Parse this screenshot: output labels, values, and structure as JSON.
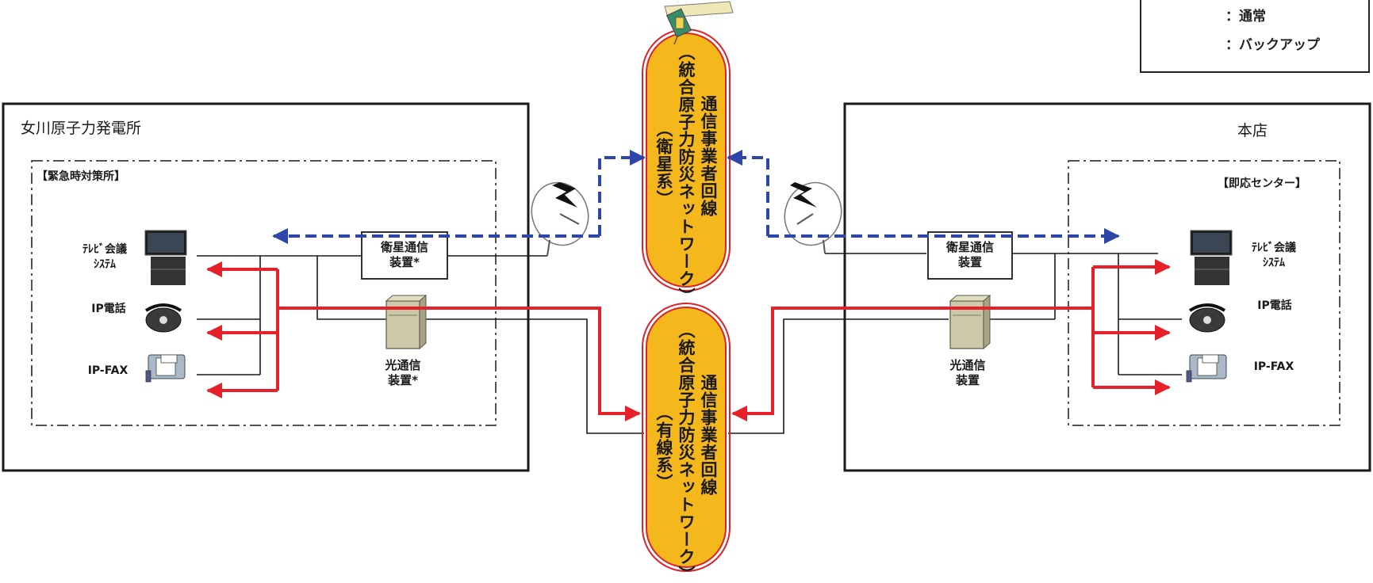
{
  "legend": {
    "normal_label": "：通常",
    "backup_label": "：バックアップ",
    "normal_color": "#e8202a",
    "backup_color": "#2d46a8"
  },
  "left_site": {
    "title": "女川原子力発電所",
    "subtitle": "【緊急時対策所】",
    "devices": {
      "tv_line1": "ﾃﾚﾋﾞ会議",
      "tv_line2": "ｼｽﾃﾑ",
      "ip_phone": "IP電話",
      "ip_fax": "IP-FAX"
    },
    "satellite_device": {
      "line1": "衛星通信",
      "line2": "装置*"
    },
    "optical_device": {
      "line1": "光通信",
      "line2": "装置*"
    }
  },
  "right_site": {
    "title": "本店",
    "subtitle": "【即応センター】",
    "devices": {
      "tv_line1": "ﾃﾚﾋﾞ会議",
      "tv_line2": "ｼｽﾃﾑ",
      "ip_phone": "IP電話",
      "ip_fax": "IP-FAX"
    },
    "satellite_device": {
      "line1": "衛星通信",
      "line2": "装置"
    },
    "optical_device": {
      "line1": "光通信",
      "line2": "装置"
    }
  },
  "networks": {
    "satellite": {
      "col1": "通信事業者回線",
      "col2": "（統合原子力防災ネットワーク）",
      "col3": "（衛星系）"
    },
    "wired": {
      "col1": "通信事業者回線",
      "col2": "（統合原子力防災ネットワーク）",
      "col3": "（有線系）"
    },
    "fill_color": "#f5b81c",
    "border_color": "#d8242a"
  }
}
